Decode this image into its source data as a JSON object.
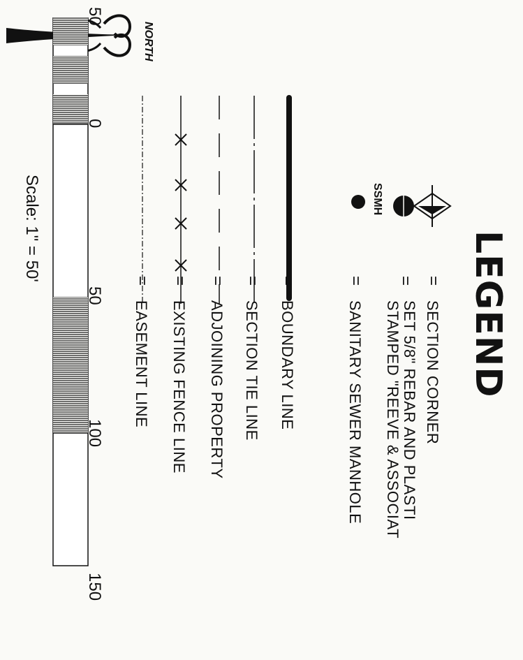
{
  "legend": {
    "title": "LEGEND",
    "equals": "=",
    "items": [
      {
        "symbol": "section-corner",
        "label": "SECTION CORNER"
      },
      {
        "symbol": "set-rebar",
        "label": "SET 5/8\" REBAR AND PLASTI",
        "label2": "STAMPED \"REEVE & ASSOCIAT"
      },
      {
        "symbol": "sanitary-manhole",
        "symbol_text": "SSMH",
        "label": "SANITARY SEWER MANHOLE"
      },
      {
        "symbol": "boundary-line",
        "label": "BOUNDARY LINE"
      },
      {
        "symbol": "section-tie-line",
        "label": "SECTION TIE LINE"
      },
      {
        "symbol": "adjoining-property",
        "label": "ADJOINING PROPERTY"
      },
      {
        "symbol": "existing-fence-line",
        "label": "EXISTING FENCE LINE"
      },
      {
        "symbol": "easement-line",
        "label": "EASEMENT LINE"
      }
    ]
  },
  "north_arrow": {
    "label": "NORTH"
  },
  "scale": {
    "ticks": [
      "50",
      "0",
      "50",
      "100",
      "150"
    ],
    "label": "Scale:  1\"  =  50'"
  }
}
